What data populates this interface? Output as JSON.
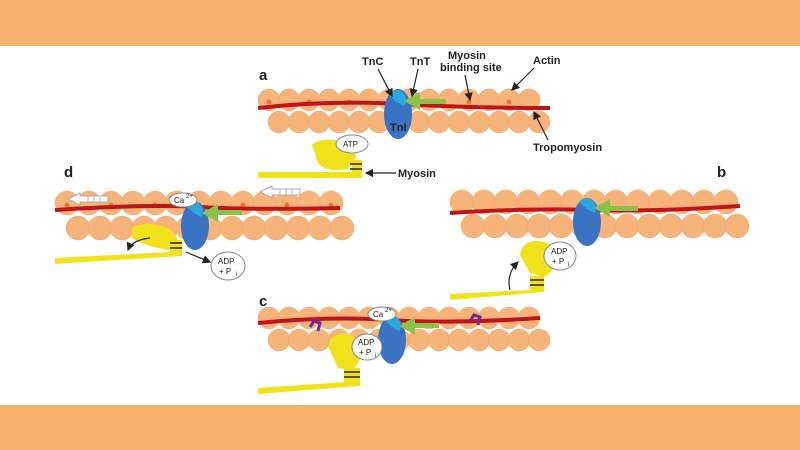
{
  "panels": {
    "a": "a",
    "b": "b",
    "c": "c",
    "d": "d"
  },
  "labels": {
    "tnc": "TnC",
    "tnt": "TnT",
    "myosin_binding_site_line1": "Myosin",
    "myosin_binding_site_line2": "binding site",
    "actin": "Actin",
    "tni": "TnI",
    "tropomyosin": "Tropomyosin",
    "myosin": "Myosin",
    "atp": "ATP",
    "adp": "ADP",
    "pi": "+ P",
    "pi_sub": "i",
    "ca": "Ca",
    "ca_sup": "2+"
  },
  "colors": {
    "band": "#f5b06b",
    "actin": "#f7b47a",
    "actin_dot": "#e8762c",
    "tropomyosin": "#c0141a",
    "tni": "#3a73c4",
    "tnc": "#29a8e0",
    "tnt": "#8bc24a",
    "myosin": "#f2e21c",
    "myosin_stripe": "#2a2a2a",
    "binding_mark": "#6a2a9a"
  },
  "icons": {
    "pull-arrow": "hollow-left-arrow",
    "power-stroke-arrow": "curved-arrow"
  }
}
